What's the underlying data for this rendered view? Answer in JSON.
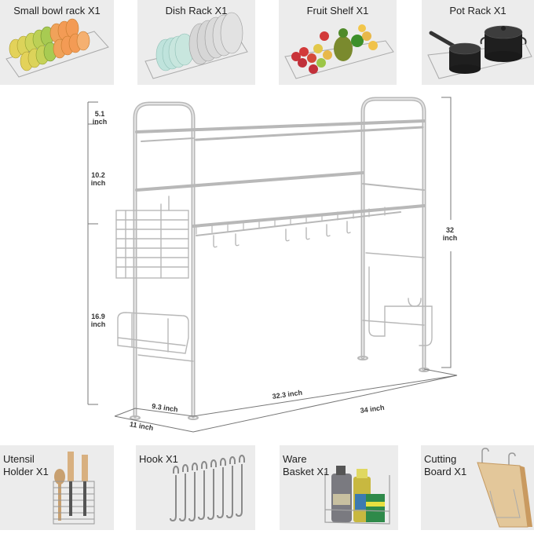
{
  "top_accessories": [
    {
      "id": "small-bowl-rack",
      "label": "Small bowl rack X1"
    },
    {
      "id": "dish-rack",
      "label": "Dish Rack X1"
    },
    {
      "id": "fruit-shelf",
      "label": "Fruit Shelf X1"
    },
    {
      "id": "pot-rack",
      "label": "Pot Rack X1"
    }
  ],
  "bottom_accessories": [
    {
      "id": "utensil-holder",
      "label": "Utensil\nHolder X1"
    },
    {
      "id": "hook",
      "label": "Hook X1"
    },
    {
      "id": "ware-basket",
      "label": "Ware\nBasket X1"
    },
    {
      "id": "cutting-board",
      "label": "Cutting\nBoard X1"
    }
  ],
  "dimensions": {
    "top_gap": {
      "value": "5.1",
      "unit": "inch"
    },
    "middle_gap": {
      "value": "10.2",
      "unit": "inch"
    },
    "bottom_gap": {
      "value": "16.9",
      "unit": "inch"
    },
    "total_height": {
      "value": "32",
      "unit": "inch"
    },
    "inner_depth": "9.3 inch",
    "outer_depth": "11 inch",
    "inner_width": "32.3 inch",
    "outer_width": "34 inch"
  },
  "colors": {
    "panel_bg": "#ececec",
    "steel": "#c4c4c4",
    "steel_dark": "#9a9a9a",
    "dimension_line": "#555555"
  }
}
